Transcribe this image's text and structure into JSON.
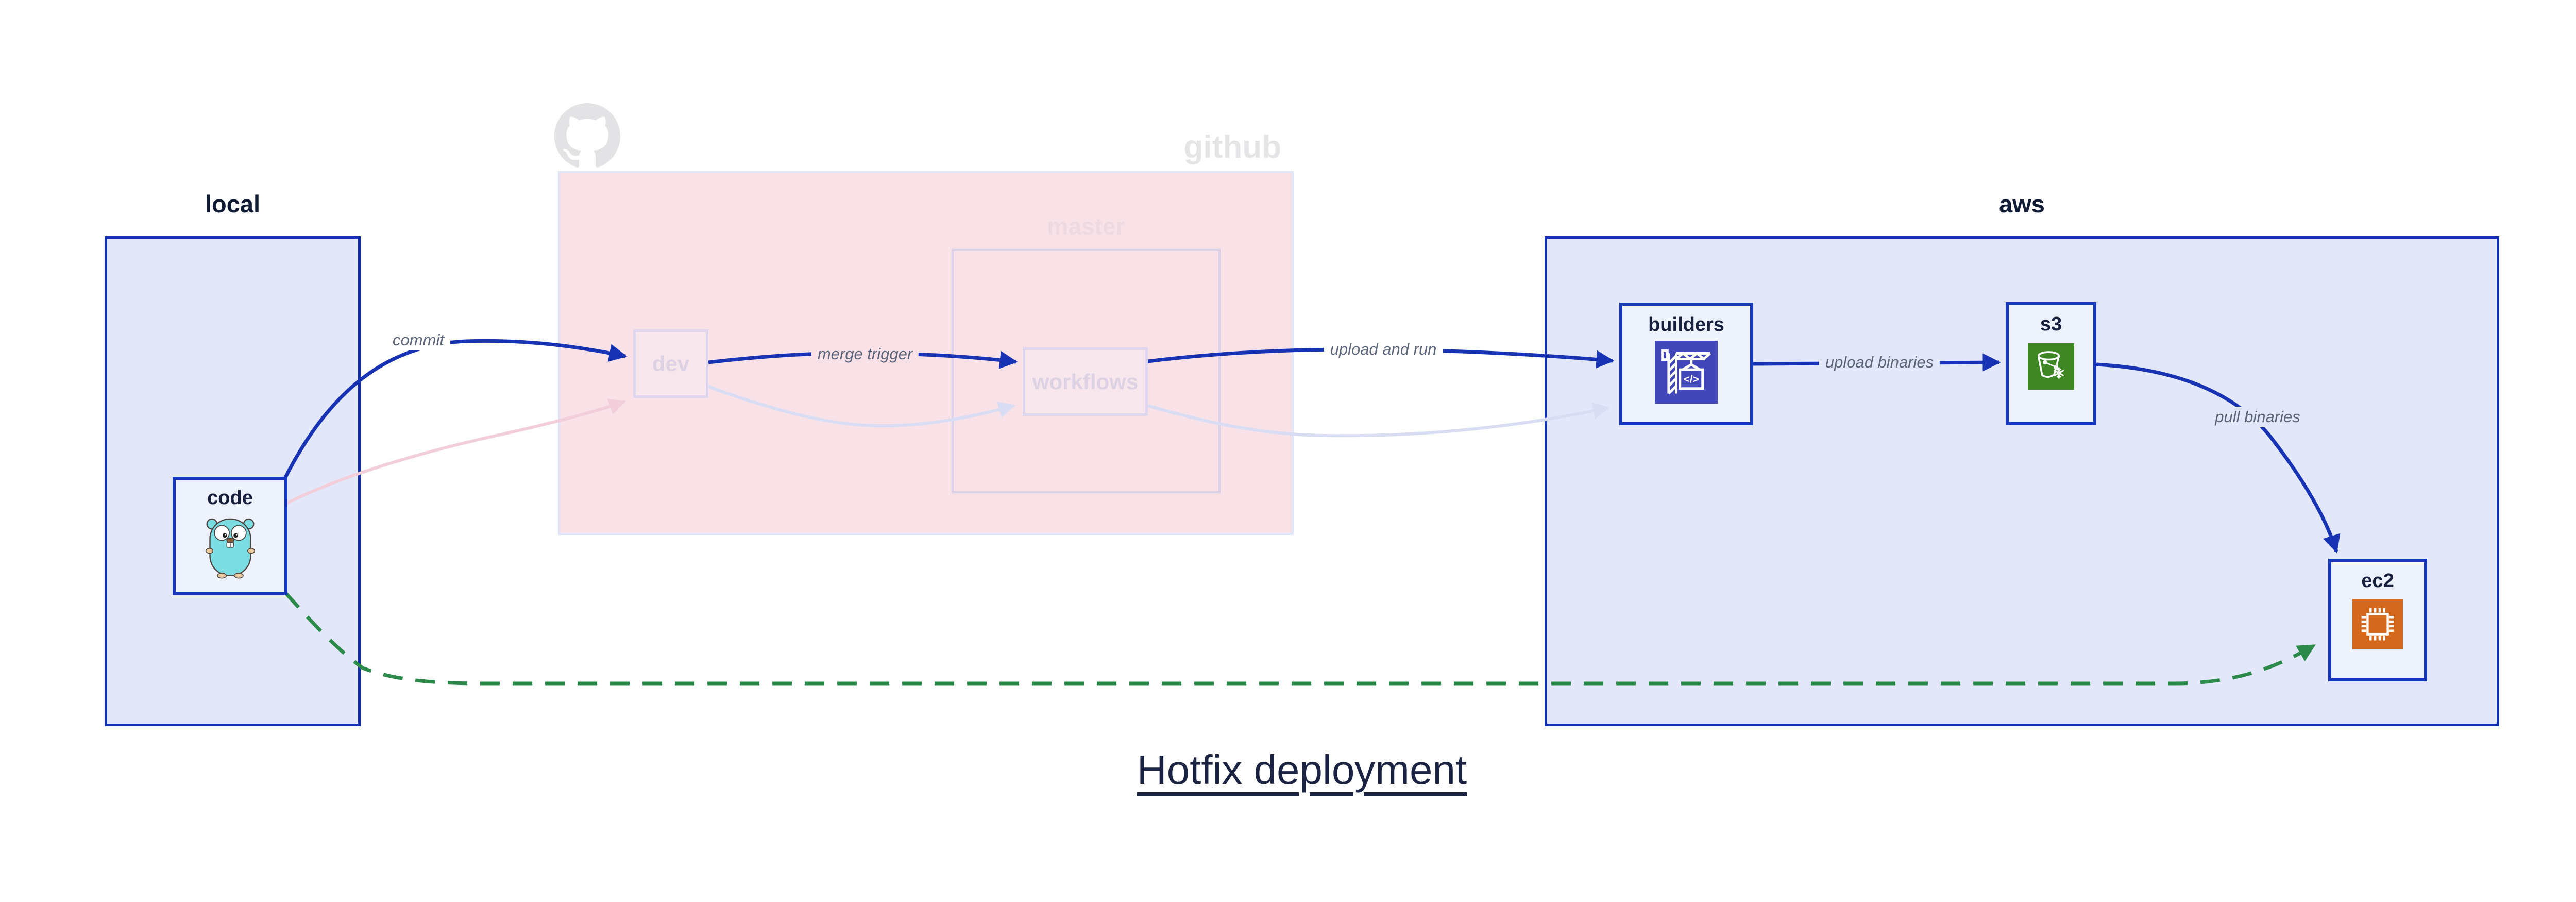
{
  "title": {
    "text": "Hotfix deployment"
  },
  "groups": {
    "local": {
      "label": "local"
    },
    "github": {
      "label": "github",
      "master": {
        "label": "master"
      }
    },
    "aws": {
      "label": "aws"
    }
  },
  "nodes": {
    "code": {
      "label": "code",
      "icon": "go-gopher-icon"
    },
    "dev": {
      "label": "dev"
    },
    "workflows": {
      "label": "workflows"
    },
    "builders": {
      "label": "builders",
      "icon": "aws-codebuild-icon"
    },
    "s3": {
      "label": "s3",
      "icon": "aws-s3-bucket-icon"
    },
    "ec2": {
      "label": "ec2",
      "icon": "aws-ec2-chip-icon"
    }
  },
  "edges": {
    "commit": {
      "label": "commit"
    },
    "merge_trigger": {
      "label": "merge trigger"
    },
    "upload_and_run": {
      "label": "upload and run"
    },
    "upload_binaries": {
      "label": "upload binaries"
    },
    "pull_binaries": {
      "label": "pull binaries"
    }
  },
  "colors": {
    "flow_blue": "#1733b3",
    "hotfix_green": "#2b8a49",
    "faded_pink": "#f2cedb",
    "faded_lavender": "#d8ddf3",
    "group_fill_blue": "#e2e8fa",
    "github_fill_pink": "#f8e2e8",
    "node_border_blue": "#1536bd",
    "codebuild_indigo": "#4146b8",
    "s3_green": "#3f8624",
    "ec2_orange": "#d4691d"
  }
}
